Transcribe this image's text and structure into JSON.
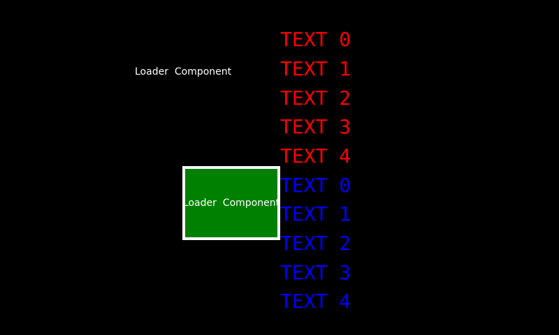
{
  "screen": {
    "background": "#000000"
  },
  "loader_label": {
    "text": "Loader  Component",
    "color": "#ffffff"
  },
  "loader_box": {
    "label": "Loader  Component",
    "label_color": "#ffffff",
    "fill": "#008000",
    "border_color": "#ffffff"
  },
  "list": {
    "items": [
      {
        "label": "TEXT 0",
        "color": "#ff0000"
      },
      {
        "label": "TEXT 1",
        "color": "#ff0000"
      },
      {
        "label": "TEXT 2",
        "color": "#ff0000"
      },
      {
        "label": "TEXT 3",
        "color": "#ff0000"
      },
      {
        "label": "TEXT 4",
        "color": "#ff0000"
      },
      {
        "label": "TEXT 0",
        "color": "#0000ff"
      },
      {
        "label": "TEXT 1",
        "color": "#0000ff"
      },
      {
        "label": "TEXT 2",
        "color": "#0000ff"
      },
      {
        "label": "TEXT 3",
        "color": "#0000ff"
      },
      {
        "label": "TEXT 4",
        "color": "#0000ff"
      }
    ]
  }
}
